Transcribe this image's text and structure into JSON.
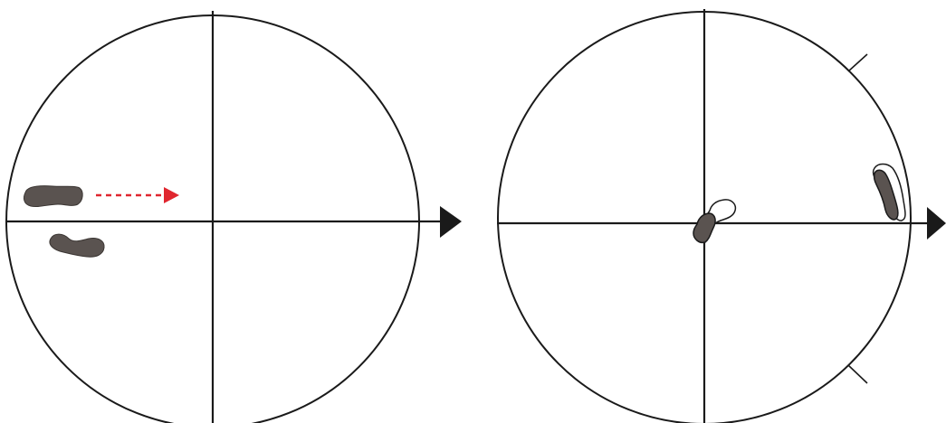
{
  "colors": {
    "background": "#ffffff",
    "stroke": "#1a1a1a",
    "blob_fill": "#5a5350",
    "blob_fill_light": "#ffffff",
    "motion_arrow": "#e0262f"
  },
  "panels": [
    {
      "name": "left-panel",
      "elements": [
        "circle",
        "vertical-axis",
        "horizontal-axis",
        "axis-arrowhead",
        "dark-blob-upper",
        "dark-blob-lower",
        "red-dashed-arrow"
      ]
    },
    {
      "name": "right-panel",
      "elements": [
        "circle",
        "vertical-axis",
        "horizontal-axis",
        "axis-arrowhead",
        "center-blob-dark",
        "center-blob-light",
        "rim-blob-dark",
        "rim-blob-light",
        "tick-upper",
        "tick-lower"
      ]
    }
  ]
}
